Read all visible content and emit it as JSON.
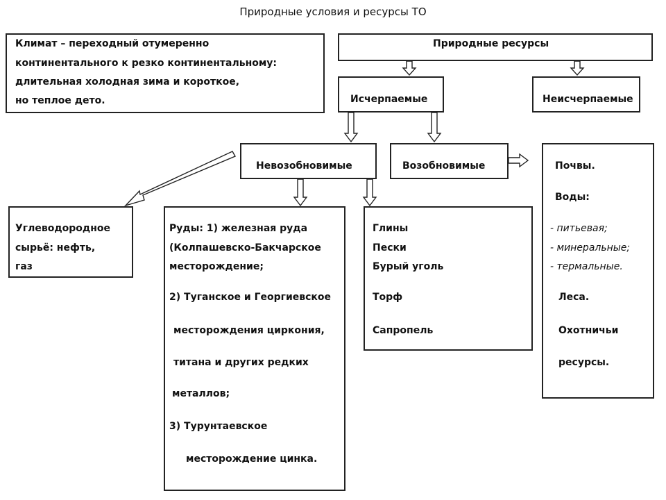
{
  "title": "Природные условия и ресурсы ТО",
  "climate": {
    "lines": [
      "Климат – переходный отумеренно",
      "континентального к резко континентальному:",
      "длительная холодная зима и короткое,",
      "но теплое дето."
    ]
  },
  "resources": {
    "label": "Природные  ресурсы",
    "exhaustible": "Исчерпаемые",
    "inexhaustible": "Неисчерпаемые",
    "nonrenewable": "Невозобновимые",
    "renewable": "Возобновимые"
  },
  "hydrocarbon": {
    "lines": [
      "Углеводородное",
      "сырьё: нефть,",
      "газ"
    ]
  },
  "ores": {
    "lines": [
      "Руды: 1) железная руда",
      "(Колпашевско-Бакчарское",
      "месторождение;",
      "2) Туганское и Георгиевское",
      "месторождения циркония,",
      "титана и других редких",
      "металлов;",
      "3) Турунтаевское",
      "месторождение цинка."
    ]
  },
  "renewables": {
    "lines": [
      "Глины",
      "Пески",
      "Бурый уголь",
      "Торф",
      "Сапропель"
    ]
  },
  "inexhaustible_list": {
    "soils": "Почвы.",
    "waters": "Воды:",
    "water_types": [
      "- питьевая;",
      "- минеральные;",
      "- термальные."
    ],
    "forests": "Леса.",
    "hunting": "Охотничьи",
    "hunting2": "ресурсы."
  }
}
